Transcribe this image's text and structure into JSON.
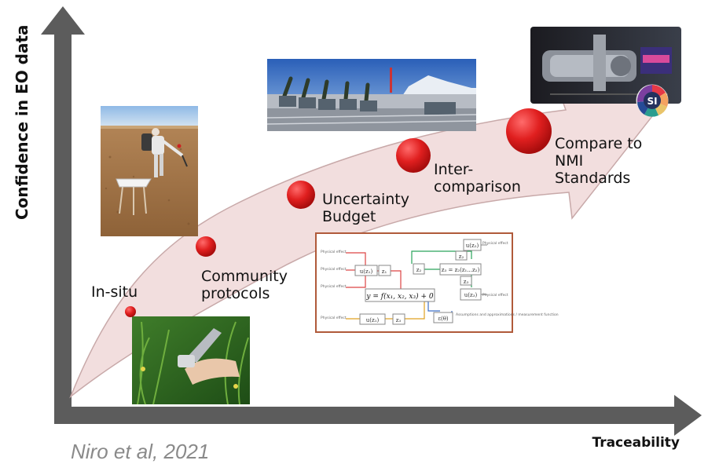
{
  "axes": {
    "y_title": "Confidence in EO data",
    "x_title": "Traceability"
  },
  "citation": "Niro et al, 2021",
  "steps": [
    {
      "label": "In-situ"
    },
    {
      "label": "Community\nprotocols"
    },
    {
      "label": "Uncertainty\nBudget"
    },
    {
      "label": "Inter-\ncomparison"
    },
    {
      "label": "Compare to\nNMI\nStandards"
    }
  ],
  "diagram_box": {
    "formula": "y = f(x₁, x₂, x₃) + 0",
    "node_labels": [
      "u(z₁)",
      "z₁",
      "z₂",
      "z₃ = z₂(z₁...z₂)",
      "u(z₂)",
      "z₂",
      "z₃",
      "u(z₃)",
      "z₃",
      "ε(θ)",
      "u(z₁)"
    ],
    "side_texts": [
      "Physical effect",
      "Physical effect",
      "Physical effect",
      "Physical effect",
      "Physical effect",
      "Physical effect",
      "Assumptions and approximations / measurement function"
    ]
  },
  "si_logo_text": "SI",
  "colors": {
    "arrow": "#f1dcdc",
    "arrow_stroke": "#c9b0b0",
    "dot": "#e02424",
    "axis": "#5c5c5c"
  }
}
